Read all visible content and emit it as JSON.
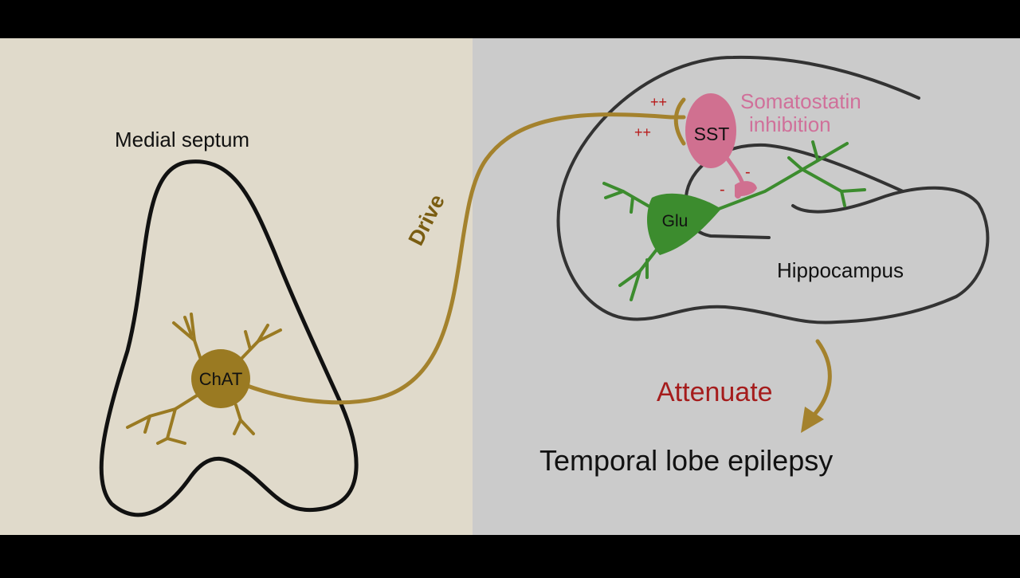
{
  "colors": {
    "letterbox": "#000000",
    "left_panel_bg": "#e0dacb",
    "right_panel_bg": "#cbcbcb",
    "outline": "#111111",
    "hippocampus_outline": "#333333",
    "chat_gold": "#9a7a22",
    "axon_gold": "#a4822d",
    "drive_text": "#7a5d12",
    "sst_pink": "#d07090",
    "somatostatin_text": "#d0709a",
    "glu_green": "#3c8c2e",
    "sign_red": "#b81a1a",
    "attenuate_red": "#a51c1c",
    "label_black": "#111111"
  },
  "labels": {
    "medial_septum": "Medial septum",
    "chat": "ChAT",
    "drive": "Drive",
    "sst": "SST",
    "somatostatin_line1": "Somatostatin",
    "somatostatin_line2": "inhibition",
    "glu": "Glu",
    "hippocampus": "Hippocampus",
    "attenuate": "Attenuate",
    "epilepsy": "Temporal lobe epilepsy",
    "plus_top": "++",
    "plus_bottom": "++",
    "minus_1": "-",
    "minus_2": "-"
  }
}
